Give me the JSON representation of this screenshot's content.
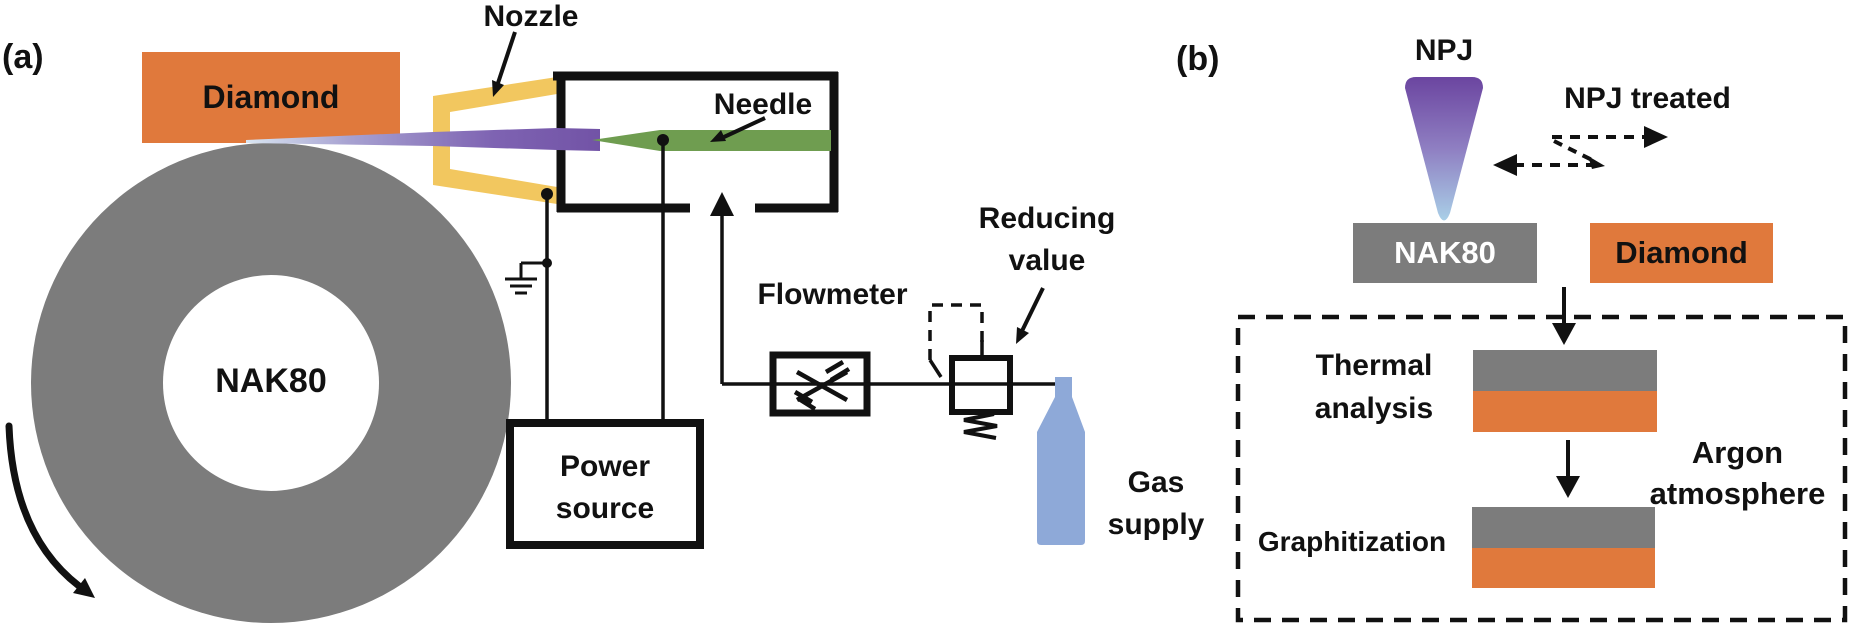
{
  "panel_a": {
    "label": "(a)",
    "diamond": "Diamond",
    "nozzle": "Nozzle",
    "needle": "Needle",
    "disc": "NAK80",
    "power_source": "Power\nsource",
    "flowmeter": "Flowmeter",
    "reducing_valve": "Reducing\nvalue",
    "gas_supply": "Gas\nsupply"
  },
  "panel_b": {
    "label": "(b)",
    "npj": "NPJ",
    "npj_treated": "NPJ treated",
    "substrate": "NAK80",
    "diamond": "Diamond",
    "step_thermal": "Thermal\nanalysis",
    "step_graphitization": "Graphitization",
    "atmosphere": "Argon\natmosphere"
  },
  "colors": {
    "orange": "#E0793C",
    "gray": "#7C7C7C",
    "nozzle_yellow": "#F2C75F",
    "needle_green": "#6F9D50",
    "plasma_purple": "#7253A6",
    "plasma_light": "#D9E6F2",
    "bottle_blue": "#8EA9D8",
    "ink": "#111111"
  }
}
